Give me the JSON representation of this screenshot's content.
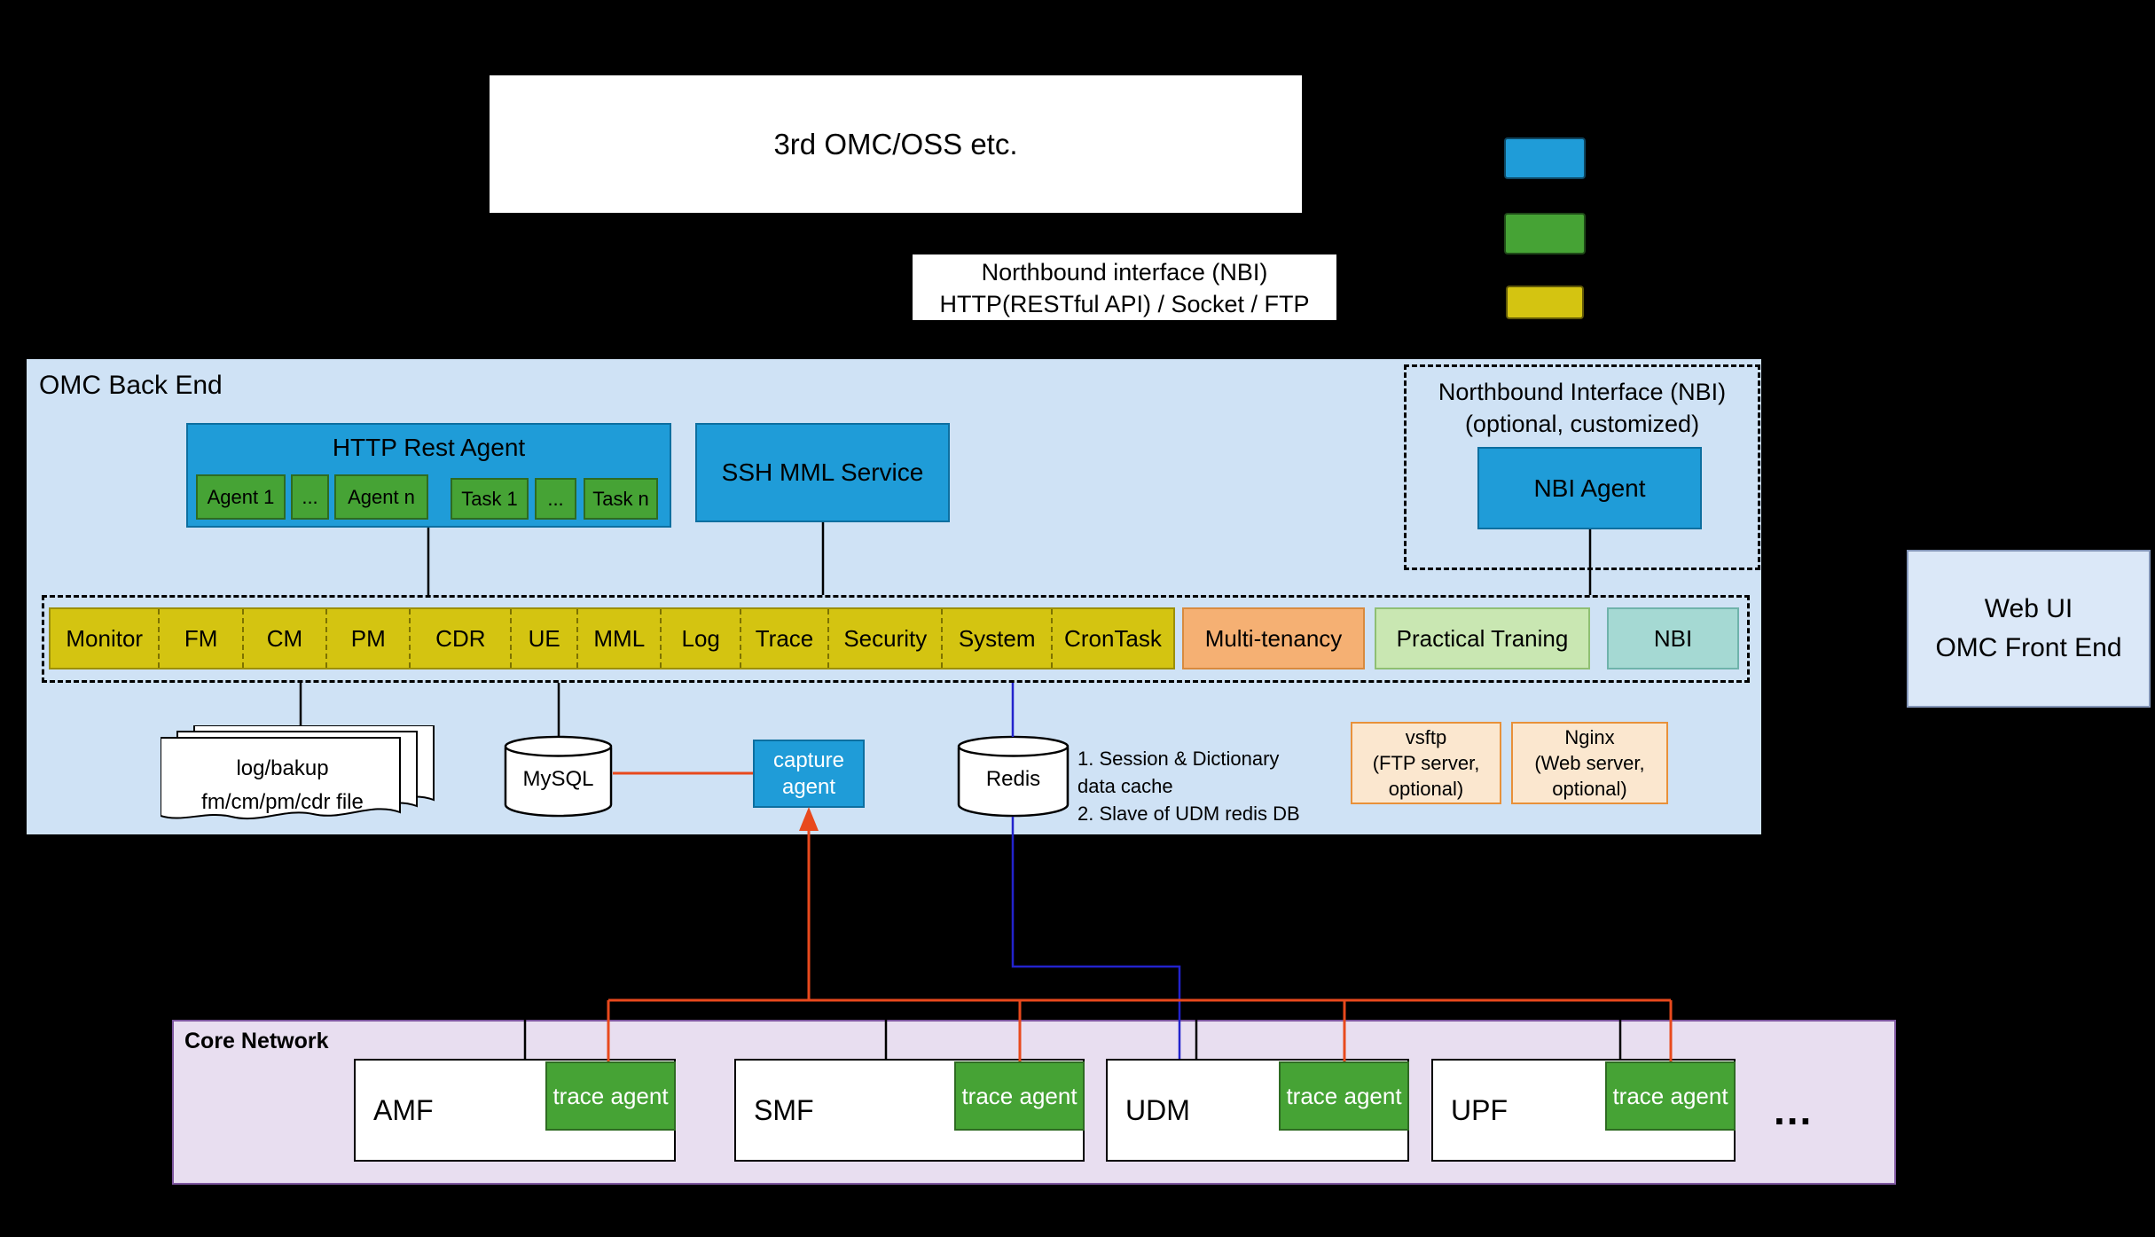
{
  "canvas": {
    "bg": "#000000"
  },
  "colors": {
    "blue": "#1f9cd8",
    "green": "#46a335",
    "yellow": "#d4c411",
    "orange_line": "#e8491d",
    "blue_line": "#2323cc",
    "omc_bg": "#cfe2f5",
    "core_bg": "#e8def0"
  },
  "top": {
    "external_system": "3rd OMC/OSS etc.",
    "nbi_interface": {
      "line1": "Northbound interface (NBI)",
      "line2": "HTTP(RESTful API) / Socket / FTP"
    }
  },
  "legend": {
    "swatches": [
      {
        "name": "blue-swatch",
        "color": "#1f9cd8"
      },
      {
        "name": "green-swatch",
        "color": "#46a335"
      },
      {
        "name": "yellow-swatch",
        "color": "#d4c411"
      }
    ]
  },
  "backend": {
    "title": "OMC Back End",
    "http_rest_agent": {
      "title": "HTTP Rest Agent",
      "items": [
        "Agent 1",
        "...",
        "Agent n",
        "Task 1",
        "...",
        "Task n"
      ]
    },
    "ssh_mml_service": "SSH MML Service",
    "nbi_panel": {
      "title_line1": "Northbound Interface (NBI)",
      "title_line2": "(optional, customized)",
      "agent": "NBI  Agent"
    },
    "modules": [
      "Monitor",
      "FM",
      "CM",
      "PM",
      "CDR",
      "UE",
      "MML",
      "Log",
      "Trace",
      "Security",
      "System",
      "CronTask"
    ],
    "multi_tenancy": "Multi-tenancy",
    "practical_traning": "Practical Traning",
    "nbi_module": "NBI",
    "documents": {
      "line1": "log/bakup",
      "line2": "fm/cm/pm/cdr file"
    },
    "mysql": "MySQL",
    "capture_agent": "capture agent",
    "redis": "Redis",
    "redis_note": {
      "line1": "1. Session & Dictionary",
      "line2": "data cache",
      "line3": "2. Slave of UDM redis DB"
    },
    "vsftp": {
      "line1": "vsftp",
      "line2": "(FTP server,",
      "line3": "optional)"
    },
    "nginx": {
      "line1": "Nginx",
      "line2": "(Web server,",
      "line3": "optional)"
    }
  },
  "frontend": {
    "line1": "Web UI",
    "line2": "OMC Front End"
  },
  "core_network": {
    "title": "Core Network",
    "functions": [
      "AMF",
      "SMF",
      "UDM",
      "UPF"
    ],
    "trace_agent": "trace agent",
    "more": "..."
  }
}
